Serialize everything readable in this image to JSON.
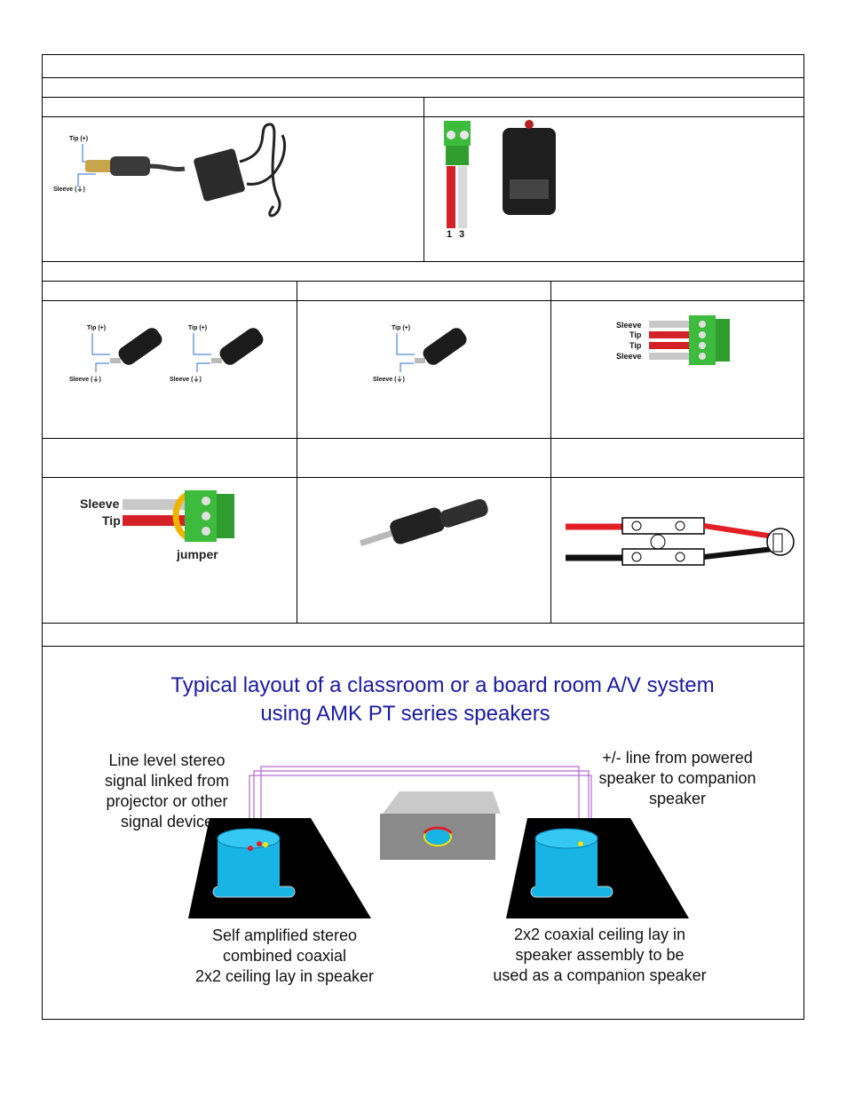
{
  "connectors": {
    "power_barrel": {
      "tip_label": "Tip (+)",
      "sleeve_label": "Sleeve (⏚)"
    },
    "power_phoenix": {
      "pin_numbers": [
        "1",
        "3"
      ]
    },
    "rca_pair": {
      "tip_label": "Tip (+)",
      "sleeve_label": "Sleeve (⏚)"
    },
    "rca_single": {
      "tip_label": "Tip (+)",
      "sleeve_label": "Sleeve (⏚)"
    },
    "phoenix_stereo": {
      "labels": [
        "Sleeve",
        "Tip",
        "Tip",
        "Sleeve"
      ]
    },
    "phoenix_mono": {
      "sleeve_label": "Sleeve",
      "tip_label": "Tip",
      "jumper_label": "jumper"
    }
  },
  "diagram": {
    "title_line1": "Typical layout of a classroom or a board room A/V system",
    "title_line2": "using AMK PT series speakers",
    "left_note": [
      "Line level stereo",
      "signal linked from",
      "projector or other",
      "signal device"
    ],
    "right_note": [
      "+/- line from powered",
      "speaker to companion",
      "speaker"
    ],
    "left_caption": [
      "Self amplified stereo",
      "combined coaxial",
      "2x2 ceiling lay in speaker"
    ],
    "right_caption": [
      "2x2 coaxial ceiling lay in",
      "speaker assembly to be",
      "used as a companion speaker"
    ]
  },
  "colors": {
    "title_blue": "#1a1aa6",
    "speaker_cyan": "#18b4e6",
    "wire_red": "#e31e24",
    "terminal_green": "#3dbb3d",
    "line_purple": "#b36ad0"
  }
}
